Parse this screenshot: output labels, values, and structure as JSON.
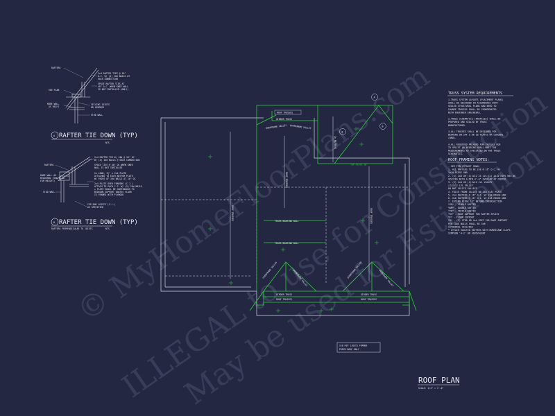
{
  "watermarks": [
    "© MyHomeFloorPlans.com",
    "ILLEGAL to use for Construction",
    "May be used for Estimation"
  ],
  "detail_a": {
    "marker": "A",
    "title": "RAFTER TIE DOWN (TYP)",
    "scale": "NTS",
    "labels": {
      "rafters": "RAFTERS",
      "see_plan": "SEE PLAN",
      "knee_wall": "KNEE WALL",
      "as_reqd": "AS REQ'D",
      "ceiling_joists": "CEILING JOISTS",
      "or_ledgers": "OR LEDGERS",
      "stud_wall": "STUD WALL",
      "note1": "2x4 RAFTER TIES @ 16\"",
      "note2": "O.C. W/ (4) 10d NAILS AT",
      "note3": "EACH CONNECTION",
      "note4": "SPACE RAFTER TIES AT",
      "note5": "48\" O.C. WHEN KNEE WALL",
      "note6": "IS NOT INSTALLED (ONLY)"
    }
  },
  "detail_b": {
    "marker": "B",
    "title": "RAFTER TIE DOWN (TYP)",
    "subtitle": "RAFTERS PERPENDICULAR TO JOISTS",
    "scale": "NTS",
    "labels": {
      "rafters": "RAFTERS",
      "knee_wall1": "KNEE WALL AS",
      "knee_wall2": "REQUIRED (SEE PLAN",
      "knee_wall3": "FOR HEIGHT)",
      "stud_wall": "STUD WALL",
      "ceiling1": "CEILING JOISTS (C.J.)",
      "ceiling2": "AS SPECIFIED",
      "n1": "2x4 RAFTER TIE W/ 10d @ 16\" OC",
      "n2": "W/ (4) 10d NAILS @ EACH CONNECTION",
      "n3": "SPACE TIES @ 48\" OC WHEN KNEE",
      "n4": "WALL IS NOT INSTALLED",
      "n5": "2x LONG, 1½\" x 2x4 PLATE",
      "n6": "ATTACHED TO EACH BOTTOM PLATE",
      "n7": "W/ PAIRS OF 16d NAILS AT 16\" OC",
      "n8": "2x4 PLATE OVER FRAMING (C.J.)",
      "n9": "ATTACH TO EACH C.J. W/ (2) 16d NAILS",
      "n10": "+ PLATE SHALL BE CONTINUOUS TO",
      "n11": "BEARING SUPPORT UNLESS FLOOR",
      "n12": "IS FRAMED WITH PLYWOOD"
    }
  },
  "truss_requirements": {
    "title": "TRUSS SYSTEM REQUIREMENTS",
    "lines": [
      "1.TRUSS SYSTEM LAYOUTS (PLACEMENT PLANS)",
      "SHALL BE DESIGNED IN ACCORDANCE WITH",
      "SEALED STRUCTURAL PLANS AND NEED TO",
      "CHANGE TRUSSES SHALL BE COORDINATED",
      "WITH ENGINEER ENGINEERS.",
      "",
      "2.TRUSS SCHEMATICS (PROFILES) SHALL BE",
      "PREPARED AND SEALED BY TRUSS",
      "MANUFACTURER.",
      "",
      "3.ALL TRUSSES SHALL BE DESIGNED FOR",
      "BEARING ON SPF 2 OR 10 PLATES OR LEDGERS",
      "(UNO).",
      "",
      "4.ALL REQUIRED ANCHORS FOR TRUSSES DUE",
      "TO UPLIFT OR BEARING SHALL MEET THE",
      "REQUIREMENTS AS SPECIFIED ON THE TRUSS",
      "SCHEMATICS."
    ]
  },
  "roof_framing": {
    "title": "ROOF FRAMING NOTES:",
    "lines": [
      "- SEE FPN (STRUCT SDWG)",
      "1. ALL RAFTERS TO BE 2x8 @ 16\" O.C. W/",
      "   2x10 RIDGE UNO",
      "2. (2) 2x8 OR (1)2x12 2x LVL (2) 2x10 HIPS MAY BE",
      "   SPLICED WITH A MIN 4'-0\" OVERLAP AT CENTER",
      "3. (2) 2x8 OR (1)2x12 LVL VALLEY",
      "   (1)2x12 LVL VALLEY",
      "   DO NOT SPLICE VALLEYS",
      "4. FALSE FRAME VALLEY ON 2x8 FLAT PLATE",
      "5. 2x4 RAFTERS @ 16\" O.C. W/ 2x8 RIDGE UNO",
      "6. 2x6 RAFTERS @ 16\" O.C. W/ 2x8 RIDGE UNO",
      "7. EXTEND RIDGE 12\" BEYOND INTERSECTION",
      "  *SR* - SINGLE RAFTER",
      "  *DR* - DOUBLE RAFTER",
      "  *TR* - TRIPLE RAFTER",
      "  *RS* - ROOF SUPPORT FOR RAFTER SPLICE",
      "  *F* - FLOOR SUPPORT",
      "  *R* - (1) STUD OR 4x4 POST FOR ROOF SUPPORT",
      "  PER CODE NAILS SHALL BE 3x6",
      "  CATHEDRAL CEILINGS",
      "  * ATTACH VAULTED RAFTERS WITH HURRICANE CLIPS:",
      "  SIMPSON 'H-2' OR EQUIVALENT"
    ]
  },
  "plan": {
    "title": "ROOF PLAN",
    "scale": "SCALE: 1/4\" = 1'-0\"",
    "labels": {
      "roof_trusses": "ROOF TRUSSES",
      "girder_truss": "GIRDER TRUSS",
      "overframe_valley": "OVERFRAME VALLEY",
      "truss_bearing_wall": "TRUSS BEARING WALL",
      "top_plate": "TOP PLATE 10'",
      "roof_trusses_v": "ROOF TRUSSES",
      "overframe_valley_short": "OVERFRAME VALLEY",
      "rafters": "2x RAFTERS",
      "porch_note1": "2x8 HIP (JOSTS FRAMED",
      "porch_note2": "PORCH ROOF ONLY"
    },
    "tag_marks": [
      "A",
      "B"
    ]
  }
}
